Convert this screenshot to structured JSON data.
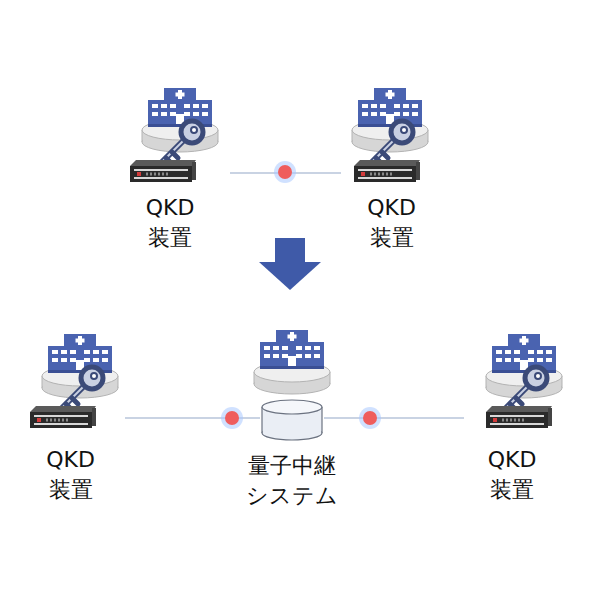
{
  "diagram": {
    "nodes": [
      {
        "text": [
          "QKD 装置"
        ]
      },
      {
        "text": [
          "QKD 装置"
        ]
      },
      {
        "text": [
          "QKD 装置"
        ]
      },
      {
        "text": [
          "量子中継 システム"
        ]
      },
      {
        "text": [
          "QKD 装置"
        ]
      }
    ],
    "edges": [
      {
        "from": 0,
        "to": 1,
        "arrow": "none"
      },
      {
        "from": 2,
        "to": 3,
        "arrow": "none"
      },
      {
        "from": 3,
        "to": 4,
        "arrow": "none"
      }
    ]
  }
}
